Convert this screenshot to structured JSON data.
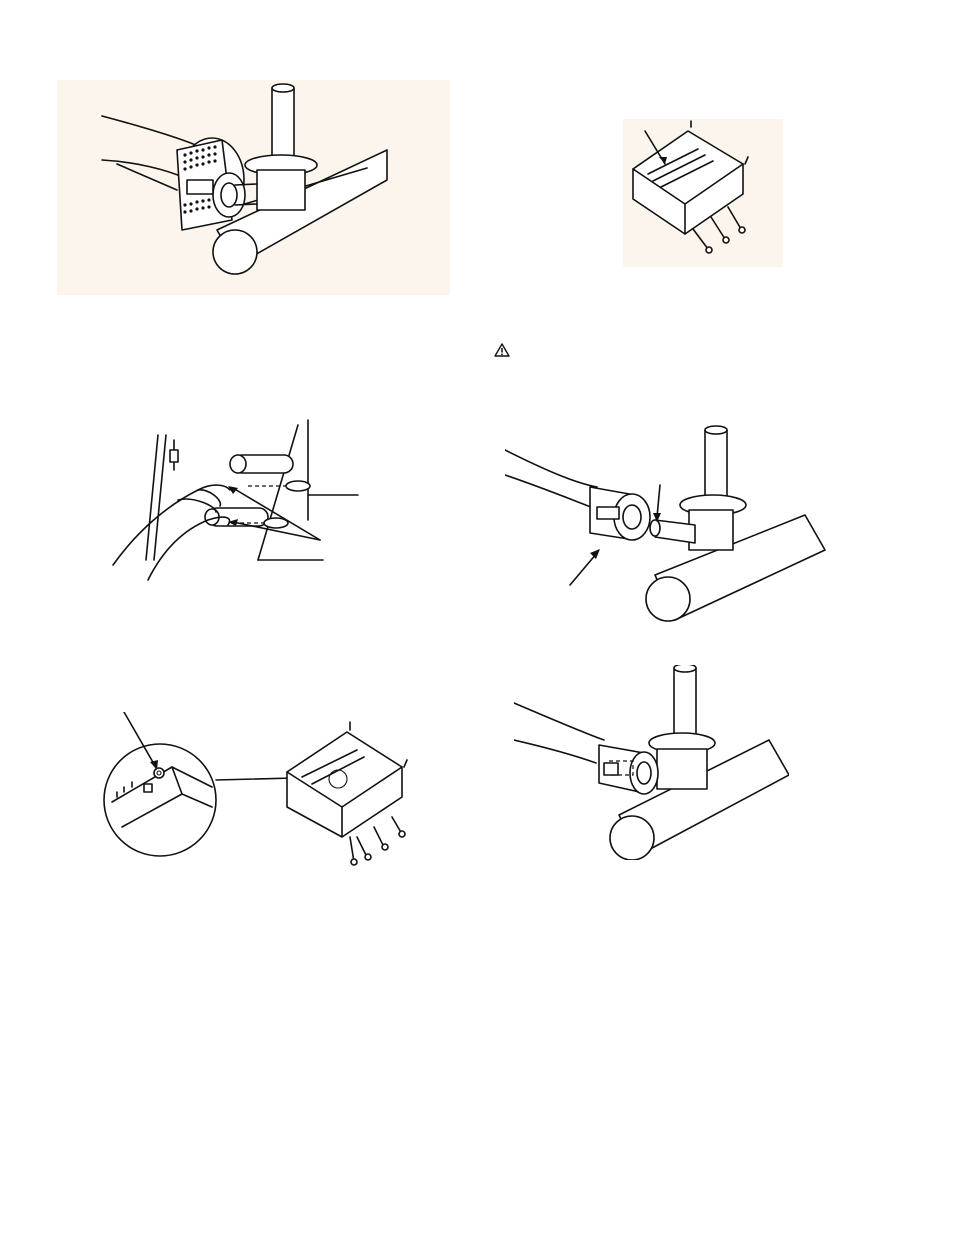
{
  "page": {
    "background": "#ffffff",
    "panel_tint": "#fbf5ee",
    "line_color": "#111111"
  },
  "figures": [
    {
      "name": "burner-venturi-hand-figure",
      "icon": "hand-turning-air-shutter"
    },
    {
      "name": "firebox-tray-arrow-figure",
      "icon": "firebox-tray"
    },
    {
      "name": "hand-removing-burners-figure",
      "icon": "hand-removing-burner"
    },
    {
      "name": "burner-tube-valve-figure",
      "icon": "burner-venturi-disconnected"
    },
    {
      "name": "firebox-detail-circle-figure",
      "icon": "detail-magnifier"
    },
    {
      "name": "burner-tube-installed-figure",
      "icon": "burner-venturi-connected"
    }
  ],
  "warning": {
    "icon": "warning-triangle-icon",
    "glyph": "!"
  }
}
